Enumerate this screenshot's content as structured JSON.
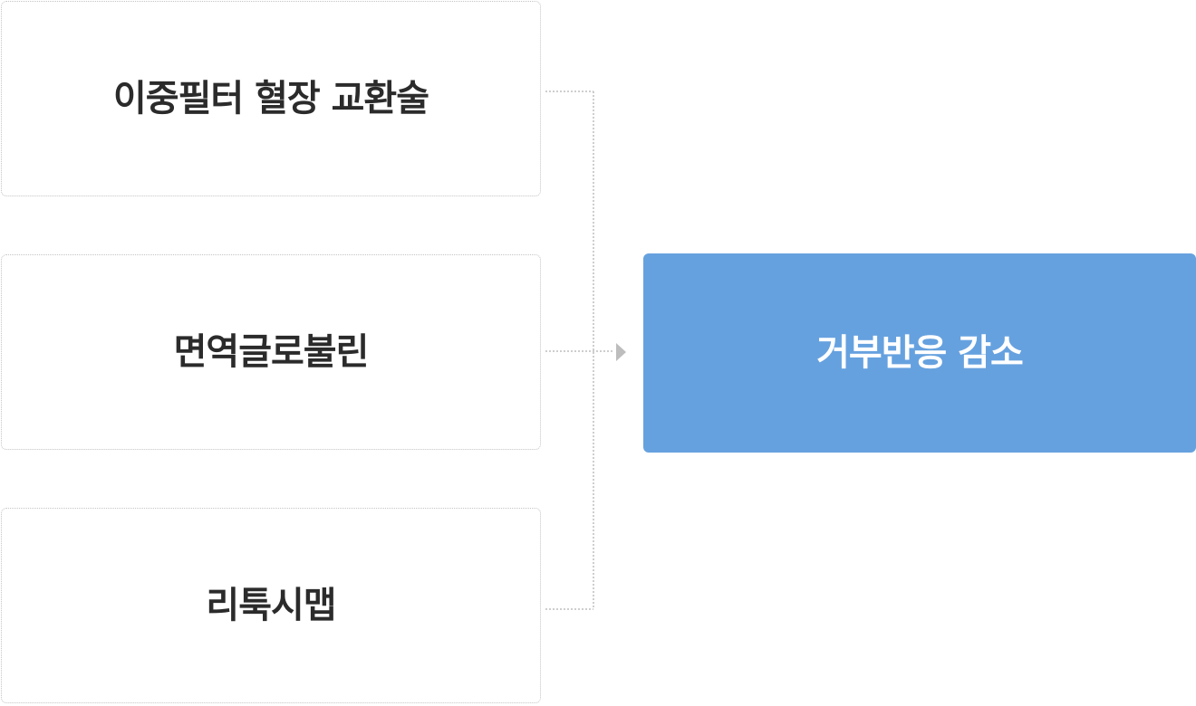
{
  "inputs": [
    {
      "label": "이중필터 혈장 교환술"
    },
    {
      "label": "면역글로불린"
    },
    {
      "label": "리툭시맵"
    }
  ],
  "result": {
    "label": "거부반응 감소"
  },
  "colors": {
    "result_fill": "#66a1df",
    "connector": "#bdbdbd",
    "arrow": "#bdbdbd"
  }
}
